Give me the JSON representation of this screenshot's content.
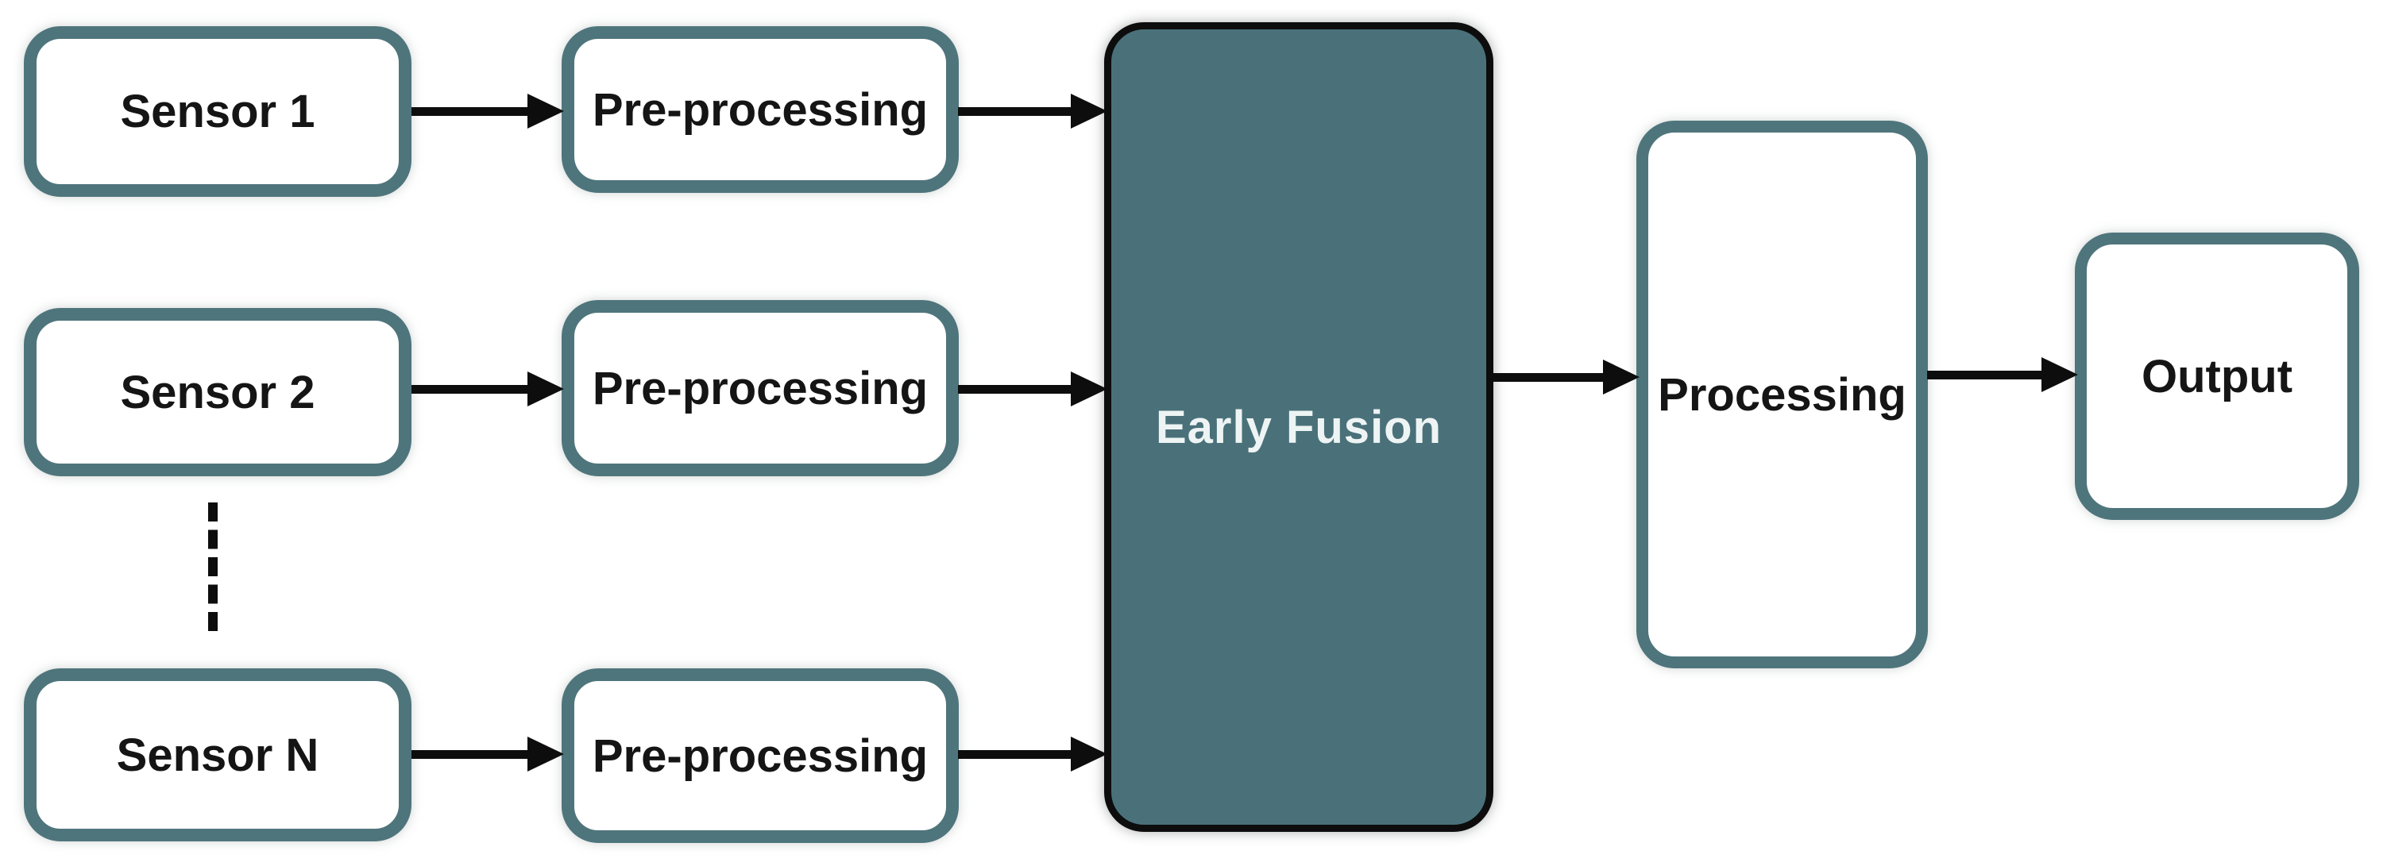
{
  "diagram": {
    "type": "block-diagram",
    "subject": "Early Fusion multi-sensor data pipeline",
    "nodes": {
      "sensor_1": {
        "label": "Sensor 1"
      },
      "sensor_2": {
        "label": "Sensor 2"
      },
      "sensor_n": {
        "label": "Sensor N"
      },
      "preprocessing_1": {
        "label": "Pre-processing"
      },
      "preprocessing_2": {
        "label": "Pre-processing"
      },
      "preprocessing_3": {
        "label": "Pre-processing"
      },
      "early_fusion": {
        "label": "Early Fusion"
      },
      "processing": {
        "label": "Processing"
      },
      "output": {
        "label": "Output"
      }
    },
    "connections": [
      {
        "from": "Sensor 1",
        "to": "Pre-processing",
        "row": 1
      },
      {
        "from": "Sensor 2",
        "to": "Pre-processing",
        "row": 2
      },
      {
        "from": "Sensor N",
        "to": "Pre-processing",
        "row": 3
      },
      {
        "from": "Pre-processing",
        "to": "Early Fusion",
        "row": 1
      },
      {
        "from": "Pre-processing",
        "to": "Early Fusion",
        "row": 2
      },
      {
        "from": "Pre-processing",
        "to": "Early Fusion",
        "row": 3
      },
      {
        "from": "Early Fusion",
        "to": "Processing"
      },
      {
        "from": "Processing",
        "to": "Output"
      }
    ],
    "ellipsis_between": [
      "Sensor 2",
      "Sensor N"
    ],
    "colors": {
      "background": "#ffffff",
      "box_border_teal": "#4f757c",
      "box_fill": "#ffffff",
      "fusion_fill": "#4a717a",
      "fusion_border": "#0d0d0d",
      "fusion_text": "#eef4f4",
      "box_text": "#151515",
      "arrow": "#0d0d0d"
    }
  }
}
